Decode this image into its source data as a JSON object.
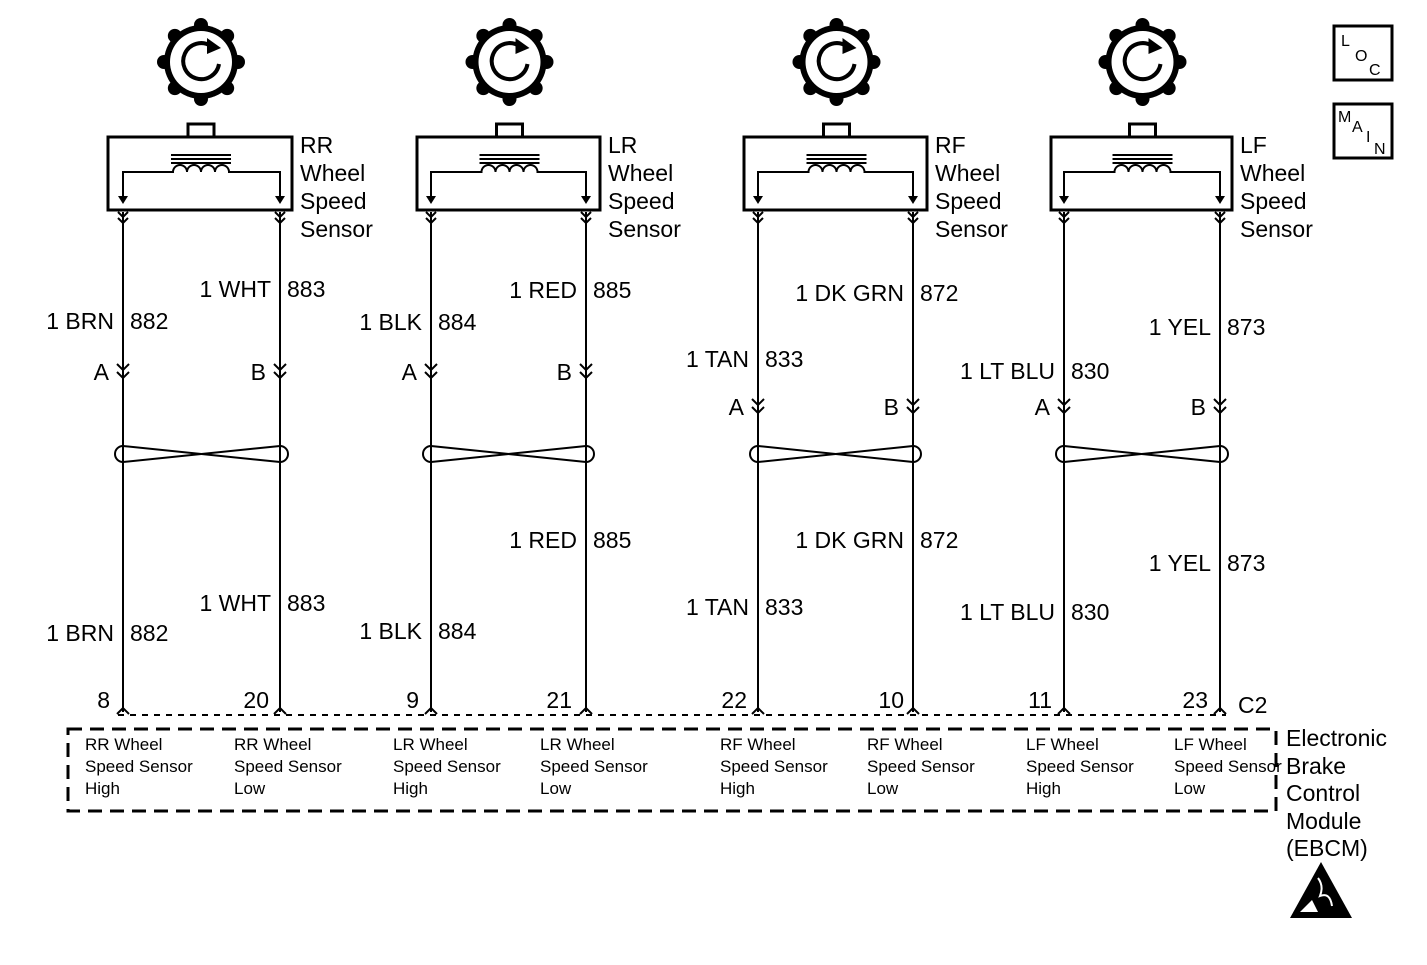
{
  "icons": {
    "loc": {
      "name": "loc-icon",
      "letters": [
        "L",
        "O",
        "C"
      ]
    },
    "main": {
      "name": "main-icon",
      "letters": [
        "M",
        "A",
        "I",
        "N"
      ]
    },
    "esd": {
      "name": "esd-sensitive-icon"
    }
  },
  "sensors": [
    {
      "id": "rr",
      "label": [
        "RR",
        "Wheel",
        "Speed",
        "Sensor"
      ],
      "wire_a": {
        "gauge": "1 BRN",
        "circuit": "882",
        "connector": "A",
        "pin": "8"
      },
      "wire_b": {
        "gauge": "1 WHT",
        "circuit": "883",
        "connector": "B",
        "pin": "20"
      },
      "module_a": [
        "RR Wheel",
        "Speed Sensor",
        "High"
      ],
      "module_b": [
        "RR Wheel",
        "Speed Sensor",
        "Low"
      ]
    },
    {
      "id": "lr",
      "label": [
        "LR",
        "Wheel",
        "Speed",
        "Sensor"
      ],
      "wire_a": {
        "gauge": "1 BLK",
        "circuit": "884",
        "connector": "A",
        "pin": "9"
      },
      "wire_b": {
        "gauge": "1 RED",
        "circuit": "885",
        "connector": "B",
        "pin": "21"
      },
      "module_a": [
        "LR Wheel",
        "Speed Sensor",
        "High"
      ],
      "module_b": [
        "LR Wheel",
        "Speed Sensor",
        "Low"
      ]
    },
    {
      "id": "rf",
      "label": [
        "RF",
        "Wheel",
        "Speed",
        "Sensor"
      ],
      "wire_a": {
        "gauge": "1  TAN",
        "circuit": "833",
        "connector": "A",
        "pin": "22"
      },
      "wire_b": {
        "gauge": "1 DK GRN",
        "circuit": "872",
        "connector": "B",
        "pin": "10"
      },
      "module_a": [
        "RF Wheel",
        "Speed Sensor",
        "High"
      ],
      "module_b": [
        "RF Wheel",
        "Speed Sensor",
        "Low"
      ]
    },
    {
      "id": "lf",
      "label": [
        "LF",
        "Wheel",
        "Speed",
        "Sensor"
      ],
      "wire_a": {
        "gauge": "1 LT BLU",
        "circuit": "830",
        "connector": "A",
        "pin": "11"
      },
      "wire_b": {
        "gauge": "1 YEL",
        "circuit": "873",
        "connector": "B",
        "pin": "23"
      },
      "module_a": [
        "LF Wheel",
        "Speed Sensor",
        "High"
      ],
      "module_b": [
        "LF Wheel",
        "Speed Sensor",
        "Low"
      ]
    }
  ],
  "module": {
    "connector": "C2",
    "label": [
      "Electronic",
      "Brake",
      "Control",
      "Module",
      "(EBCM)"
    ]
  }
}
